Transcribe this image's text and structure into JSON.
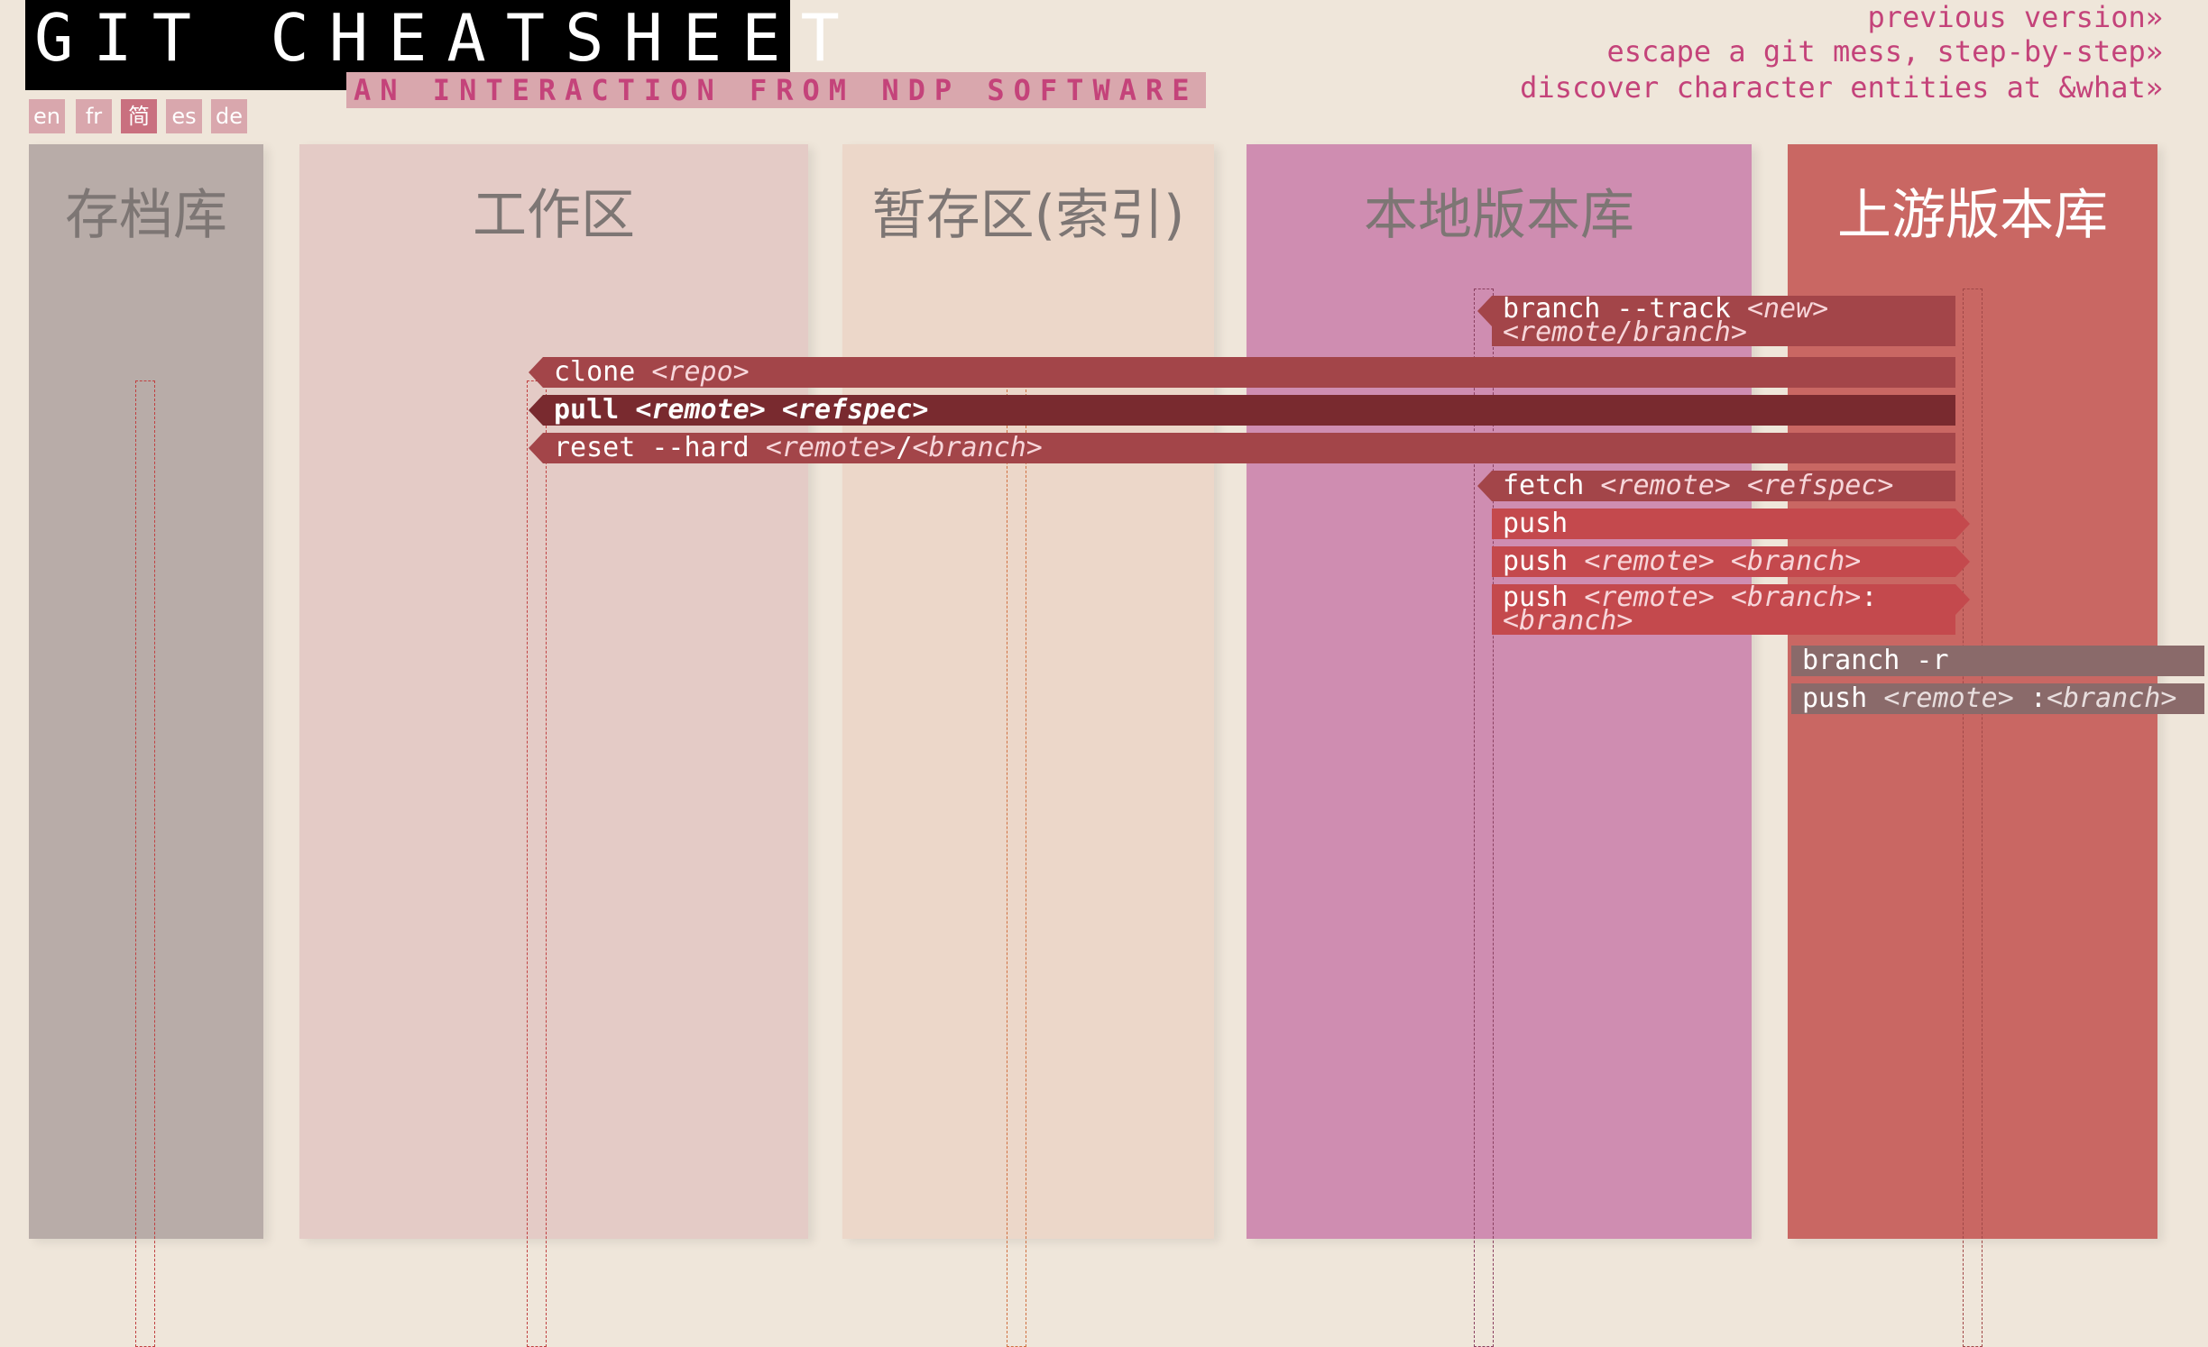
{
  "header": {
    "title": "GIT CHEATSHEET",
    "subtitle": "AN INTERACTION FROM NDP SOFTWARE",
    "languages": [
      "en",
      "fr",
      "简",
      "es",
      "de"
    ],
    "active_language": "简",
    "links": [
      "previous version»",
      "escape a git mess, step-by-step»",
      "discover character entities at &what»"
    ]
  },
  "columns": [
    {
      "title": "存档库",
      "color": "#b8aca8",
      "lifeline_color": "#c04040"
    },
    {
      "title": "工作区",
      "color": "#e4cbc6",
      "lifeline_color": "#c04040"
    },
    {
      "title": "暂存区(索引)",
      "color": "#ecd7c9",
      "lifeline_color": "#d07040"
    },
    {
      "title": "本地版本库",
      "color": "#cf8db1",
      "lifeline_color": "#8a4060"
    },
    {
      "title": "上游版本库",
      "color": "#c96763",
      "lifeline_color": "#a04848",
      "title_color": "#ffffff"
    }
  ],
  "commands": {
    "branch_track": {
      "cmd": "branch --track ",
      "arg1": "<new>",
      "arg2": "<remote/branch>"
    },
    "clone": {
      "cmd": "clone ",
      "arg": "<repo>"
    },
    "pull": {
      "cmd": "pull ",
      "arg1": "<remote>",
      "arg2": "<refspec>"
    },
    "reset_hard": {
      "cmd": "reset --hard ",
      "arg1": "<remote>",
      "sep": "/",
      "arg2": "<branch>"
    },
    "fetch": {
      "cmd": "fetch ",
      "arg1": "<remote>",
      "arg2": "<refspec>"
    },
    "push": {
      "cmd": "push"
    },
    "push_remote_branch": {
      "cmd": "push ",
      "arg1": "<remote>",
      "arg2": "<branch>"
    },
    "push_remote_branch_branch": {
      "cmd": "push ",
      "arg1": "<remote>",
      "arg2": "<branch>",
      "sep": ":",
      "arg3": "<branch>"
    },
    "branch_r": {
      "cmd": "branch -r"
    },
    "push_delete": {
      "cmd": "push ",
      "arg1": "<remote>",
      "sep": " :",
      "arg2": "<branch>"
    }
  }
}
